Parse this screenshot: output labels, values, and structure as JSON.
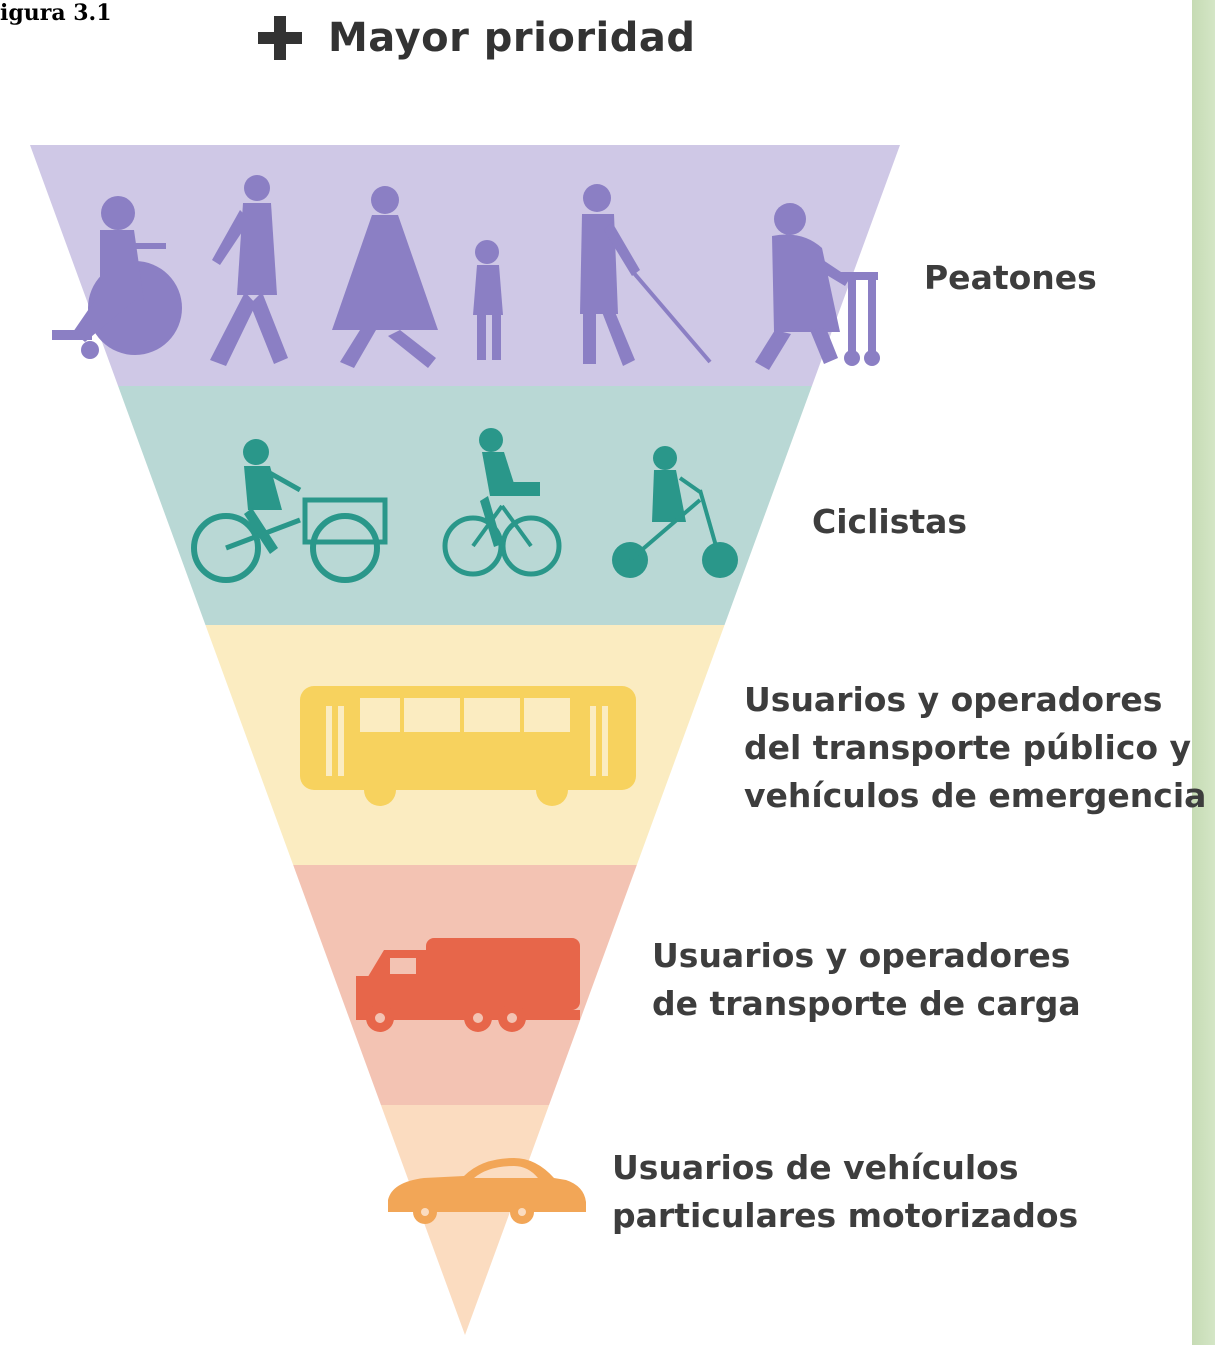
{
  "fragment_text": "igura 3.1",
  "header": {
    "icon": "plus-icon",
    "title": "Mayor prioridad"
  },
  "tiers": [
    {
      "label": "Peatones",
      "color": "#cfc8e6",
      "figure_color": "#8b7fc4"
    },
    {
      "label": "Ciclistas",
      "color": "#b9d8d5",
      "figure_color": "#2a978a"
    },
    {
      "label": "Usuarios y operadores\ndel transporte público y\nvehículos de emergencia",
      "color": "#fbecc1",
      "figure_color": "#f7d25e"
    },
    {
      "label": "Usuarios y operadores\nde transporte de carga",
      "color": "#f3c3b3",
      "figure_color": "#e7664a"
    },
    {
      "label": "Usuarios de vehículos\nparticulares motorizados",
      "color": "#fbdcc0",
      "figure_color": "#f2a657"
    }
  ],
  "side_panel_color": "#c6dbb4"
}
